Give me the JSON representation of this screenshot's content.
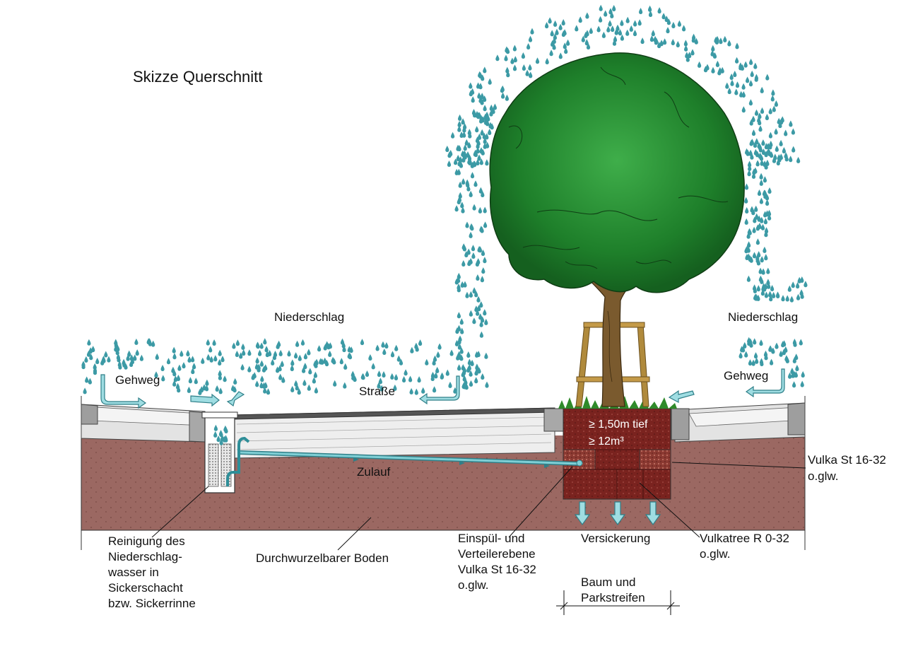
{
  "title": "Skizze Querschnitt",
  "labels": {
    "niederschlag_left": "Niederschlag",
    "niederschlag_right": "Niederschlag",
    "gehweg_left": "Gehweg",
    "gehweg_right": "Gehweg",
    "strasse": "Straße",
    "tiefe": "≥ 1,50m tief",
    "volumen": "≥ 12m³",
    "zulauf": "Zulauf",
    "vulka_st_line1": "Vulka St 16-32",
    "vulka_st_line2": "o.glw.",
    "reinigung": "Reinigung des\nNiederschlag-\nwasser in\nSickerschacht\nbzw. Sickerrinne",
    "boden": "Durchwurzelbarer Boden",
    "einspuel": "Einspül- und\nVerteilerebene\nVulka St 16-32\no.glw.",
    "versickerung": "Versickerung",
    "vulkatree": "Vulkatree R 0-32\no.glw.",
    "baum": "Baum und\nParkstreifen"
  },
  "colors": {
    "soil": "#9b6862",
    "substrate": "#7a231f",
    "water": "#4a9fa8",
    "tree_crown": "#1f7a2a",
    "trunk": "#7a5a2e",
    "stake": "#b08a3c",
    "curb": "#b8b8b8"
  }
}
